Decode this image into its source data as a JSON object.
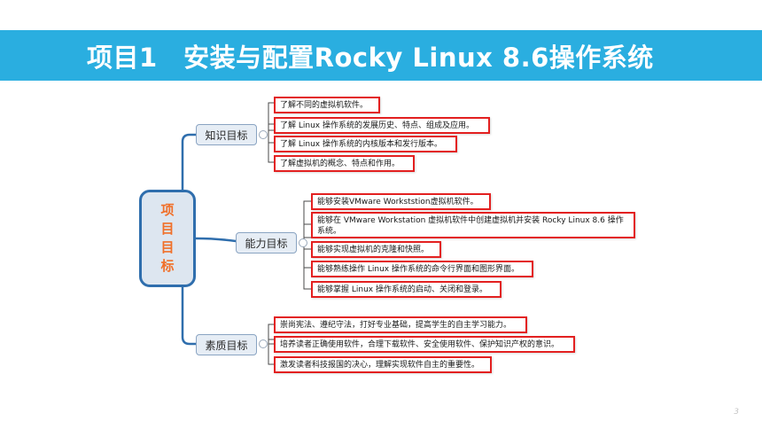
{
  "title": "项目1　安装与配置Rocky Linux 8.6操作系统",
  "root": {
    "label": "项目目标"
  },
  "branches": [
    {
      "label": "知识目标",
      "items": [
        "了解不同的虚拟机软件。",
        "了解 Linux 操作系统的发展历史、特点、组成及应用。",
        "了解 Linux 操作系统的内核版本和发行版本。",
        "了解虚拟机的概念、特点和作用。"
      ]
    },
    {
      "label": "能力目标",
      "items": [
        "能够安装VMware Workststion虚拟机软件。",
        "能够在 VMware Workstation 虚拟机软件中创建虚拟机并安装 Rocky Linux 8.6 操作系统。",
        "能够实现虚拟机的克隆和快照。",
        "能够熟练操作 Linux 操作系统的命令行界面和图形界面。",
        "能够掌握 Linux 操作系统的启动、关闭和登录。"
      ]
    },
    {
      "label": "素质目标",
      "items": [
        "崇尚宪法、遵纪守法，打好专业基础，提高学生的自主学习能力。",
        "培养读者正确使用软件，合理下载软件、安全使用软件、保护知识产权的意识。",
        "激发读者科技报国的决心，理解实现软件自主的重要性。"
      ]
    }
  ],
  "page_number": "3",
  "colors": {
    "title_band": "#2aaee0",
    "root_border": "#2f6ead",
    "root_text": "#f0702a",
    "leaf_border": "#e32020",
    "connector": "#2f6ead"
  }
}
